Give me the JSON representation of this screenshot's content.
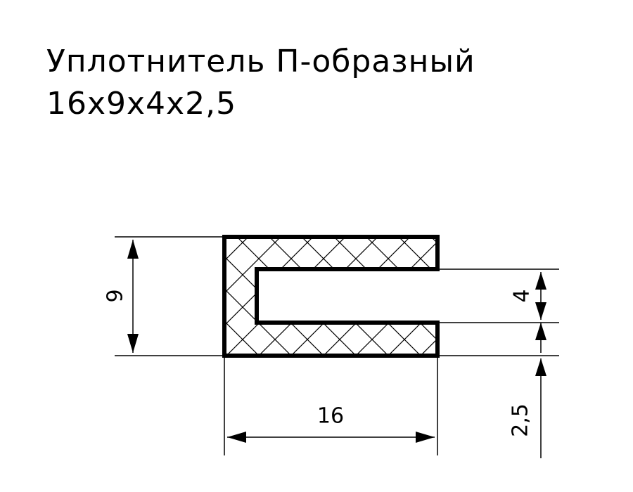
{
  "title": {
    "line1": "Уплотнитель П-образный",
    "line2": "16x9x4x2,5"
  },
  "dimensions": {
    "height": "9",
    "width": "16",
    "gap": "4",
    "lip": "2,5"
  }
}
